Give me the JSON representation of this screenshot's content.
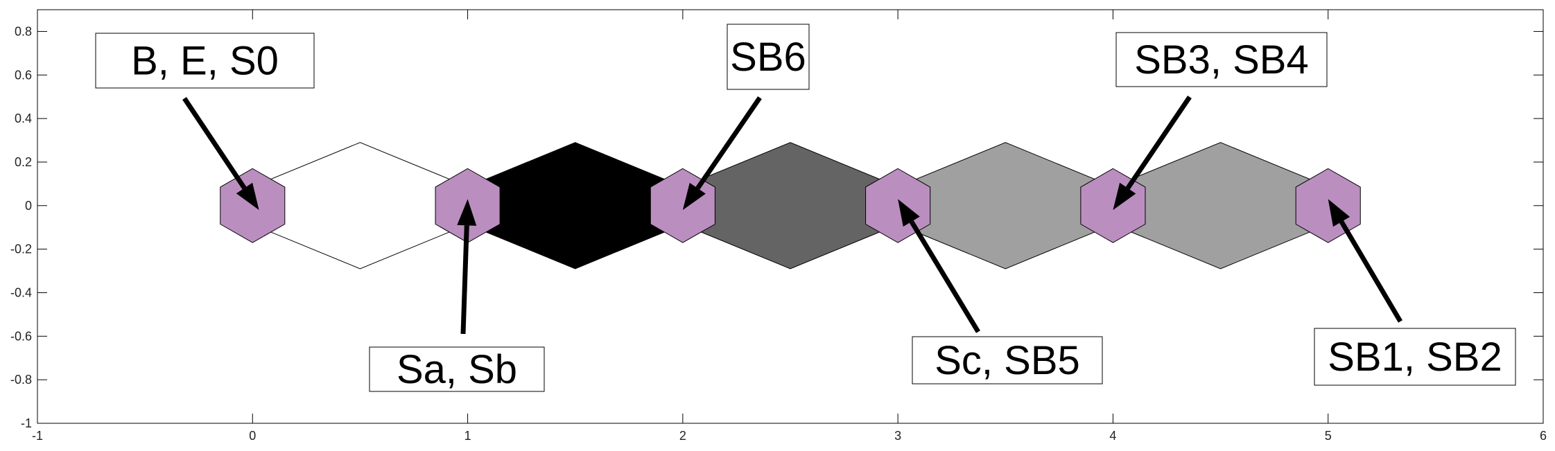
{
  "chart_data": {
    "type": "scatter",
    "title": "",
    "xlabel": "",
    "ylabel": "",
    "xlim": [
      -1,
      6
    ],
    "ylim": [
      -1,
      0.9
    ],
    "grid": false,
    "xticks": [
      "-1",
      "0",
      "1",
      "2",
      "3",
      "4",
      "5",
      "6"
    ],
    "yticks": [
      "-1",
      "-0.8",
      "-0.6",
      "-0.4",
      "-0.2",
      "0",
      "0.2",
      "0.4",
      "0.6",
      "0.8"
    ],
    "small_hexagons": {
      "centers_x": [
        0,
        1,
        2,
        3,
        4,
        5
      ],
      "y": 0,
      "color": "#bb8ec0"
    },
    "large_hexagons": {
      "centers_x": [
        0.5,
        1.5,
        2.5,
        3.5,
        4.5
      ],
      "y": 0,
      "fills": [
        "#ffffff",
        "#000000",
        "#646464",
        "#a0a0a0",
        "#a0a0a0"
      ]
    },
    "annotations": [
      {
        "text": "B, E, S0",
        "target": [
          0.03,
          -0.02
        ]
      },
      {
        "text": "Sa, Sb",
        "target": [
          1.0,
          0.03
        ]
      },
      {
        "text": "SB6",
        "target": [
          2.0,
          -0.02
        ]
      },
      {
        "text": "Sc, SB5",
        "target": [
          3.0,
          0.03
        ]
      },
      {
        "text": "SB3, SB4",
        "target": [
          4.0,
          -0.02
        ]
      },
      {
        "text": "SB1, SB2",
        "target": [
          5.0,
          0.03
        ]
      }
    ]
  }
}
